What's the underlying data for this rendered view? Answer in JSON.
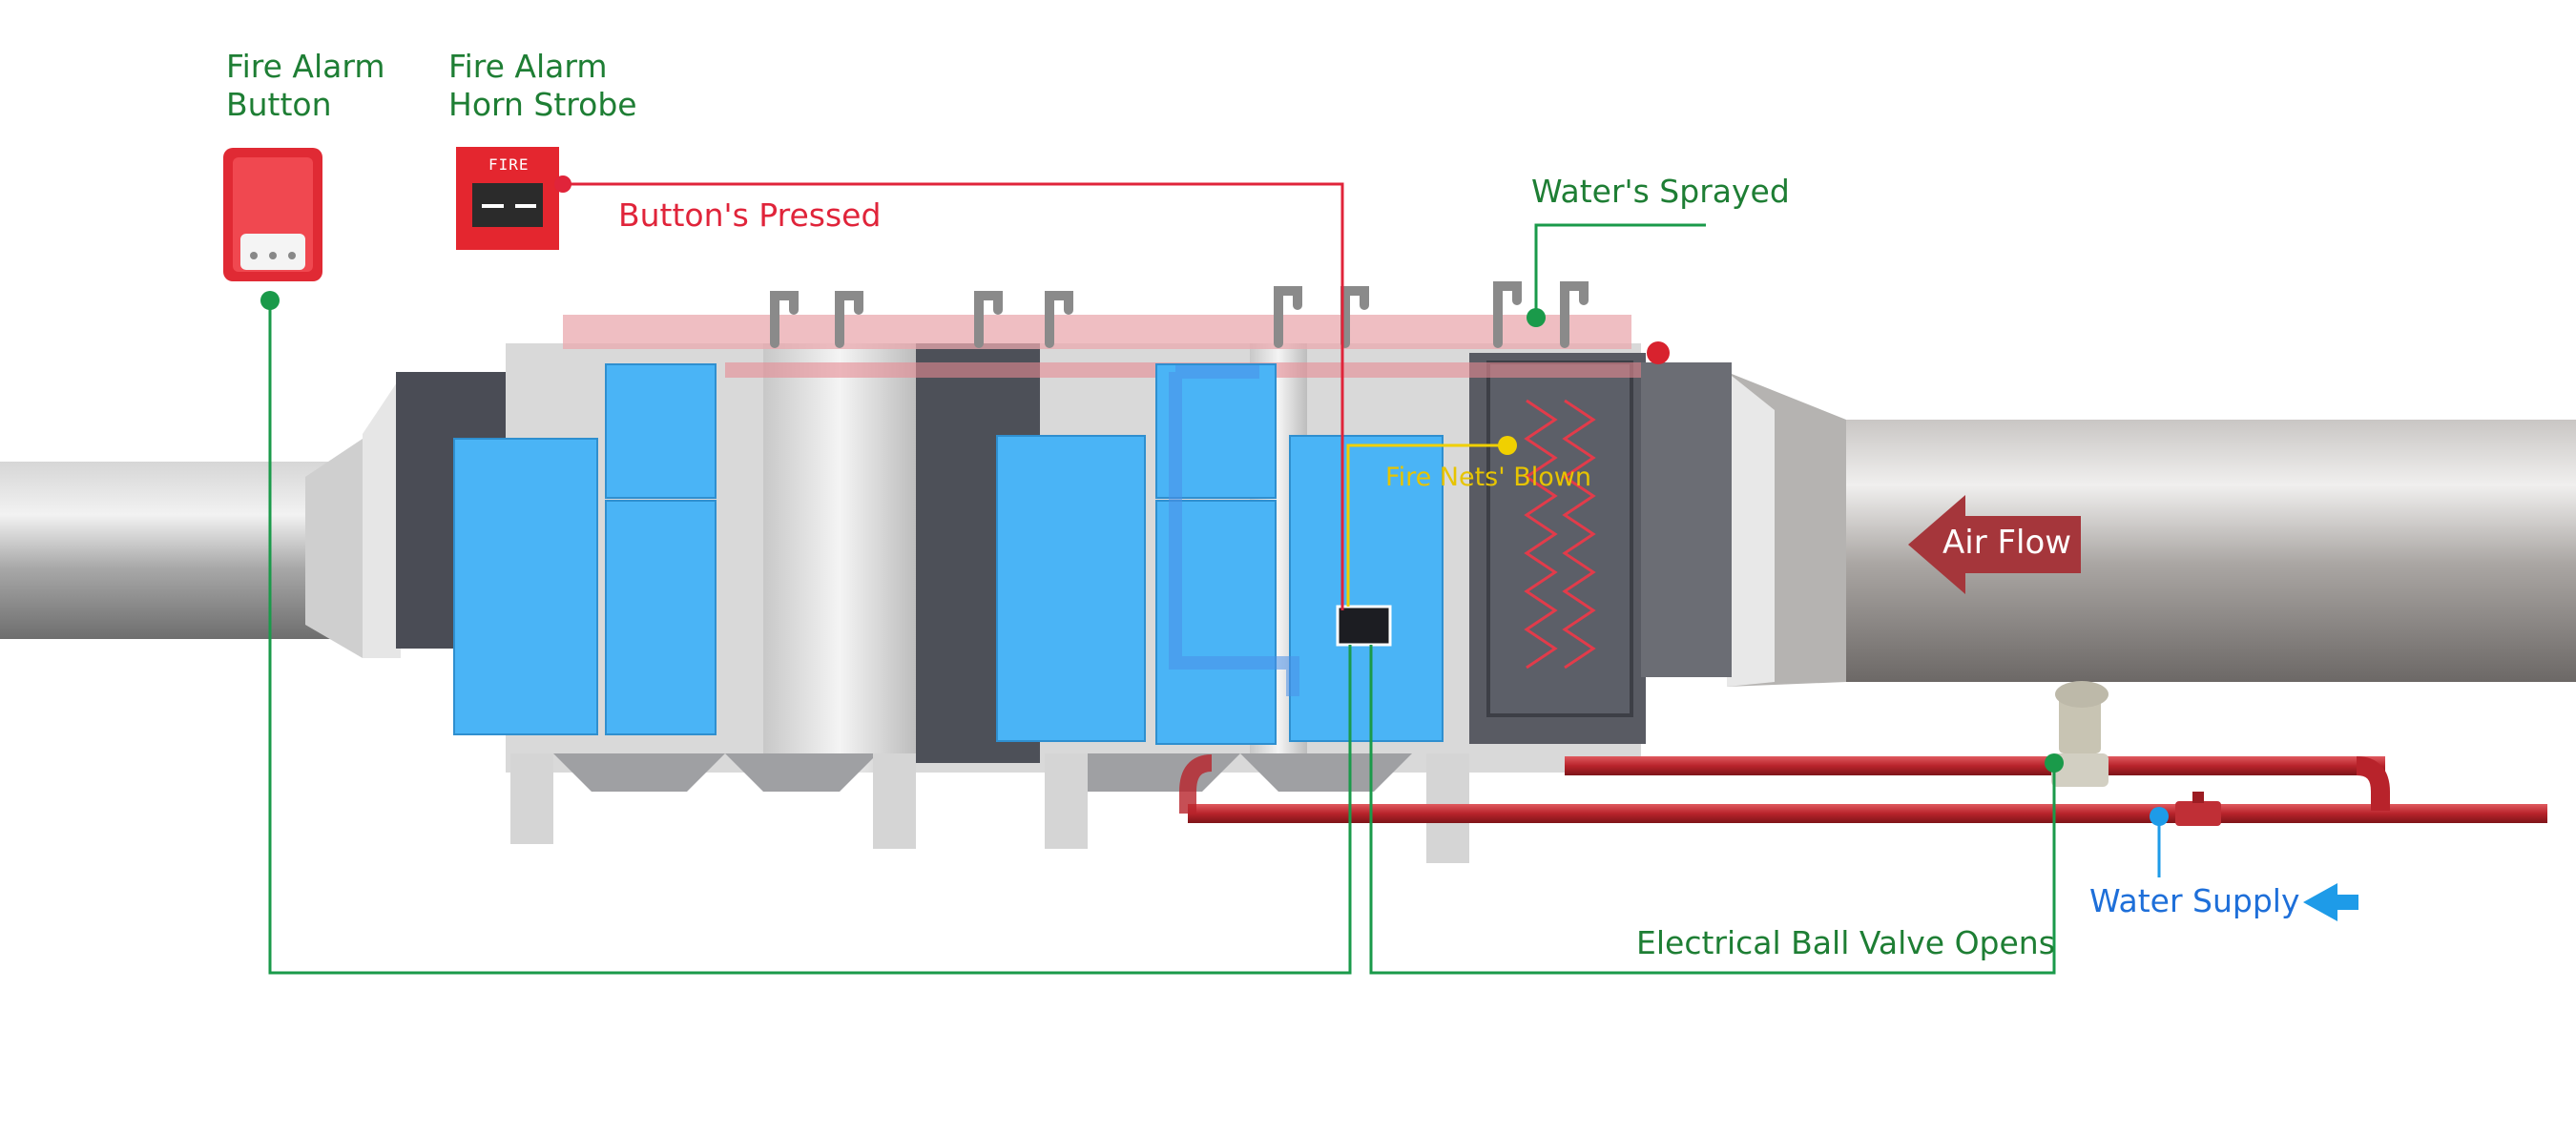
{
  "labels": {
    "fire_alarm_button": "Fire Alarm\nButton",
    "fire_alarm_horn_strobe": "Fire Alarm\nHorn Strobe",
    "buttons_pressed": "Button's Pressed",
    "waters_sprayed": "Water's Sprayed",
    "fire_nets_blown": "Fire Nets' Blown",
    "air_flow": "Air Flow",
    "water_supply": "Water Supply",
    "electrical_ball_valve_opens": "Electrical Ball Valve Opens",
    "fire_box_text": "FIRE"
  },
  "colors": {
    "green_line": "#1a9a4a",
    "green_text": "#1e7e34",
    "red_line": "#e0243a",
    "blue_text": "#1e6fd9",
    "arrow_blue": "#1e9be8",
    "yellow": "#f0d000",
    "module_blue": "#4ab4f6",
    "pipe_red": "#b8232b",
    "air_flow_arrow": "#a5363b"
  },
  "icons": {
    "alarm_button": "fire-alarm-button-icon",
    "horn_strobe": "horn-strobe-icon",
    "control_box": "control-box-icon",
    "ball_valve": "electric-ball-valve-icon"
  }
}
